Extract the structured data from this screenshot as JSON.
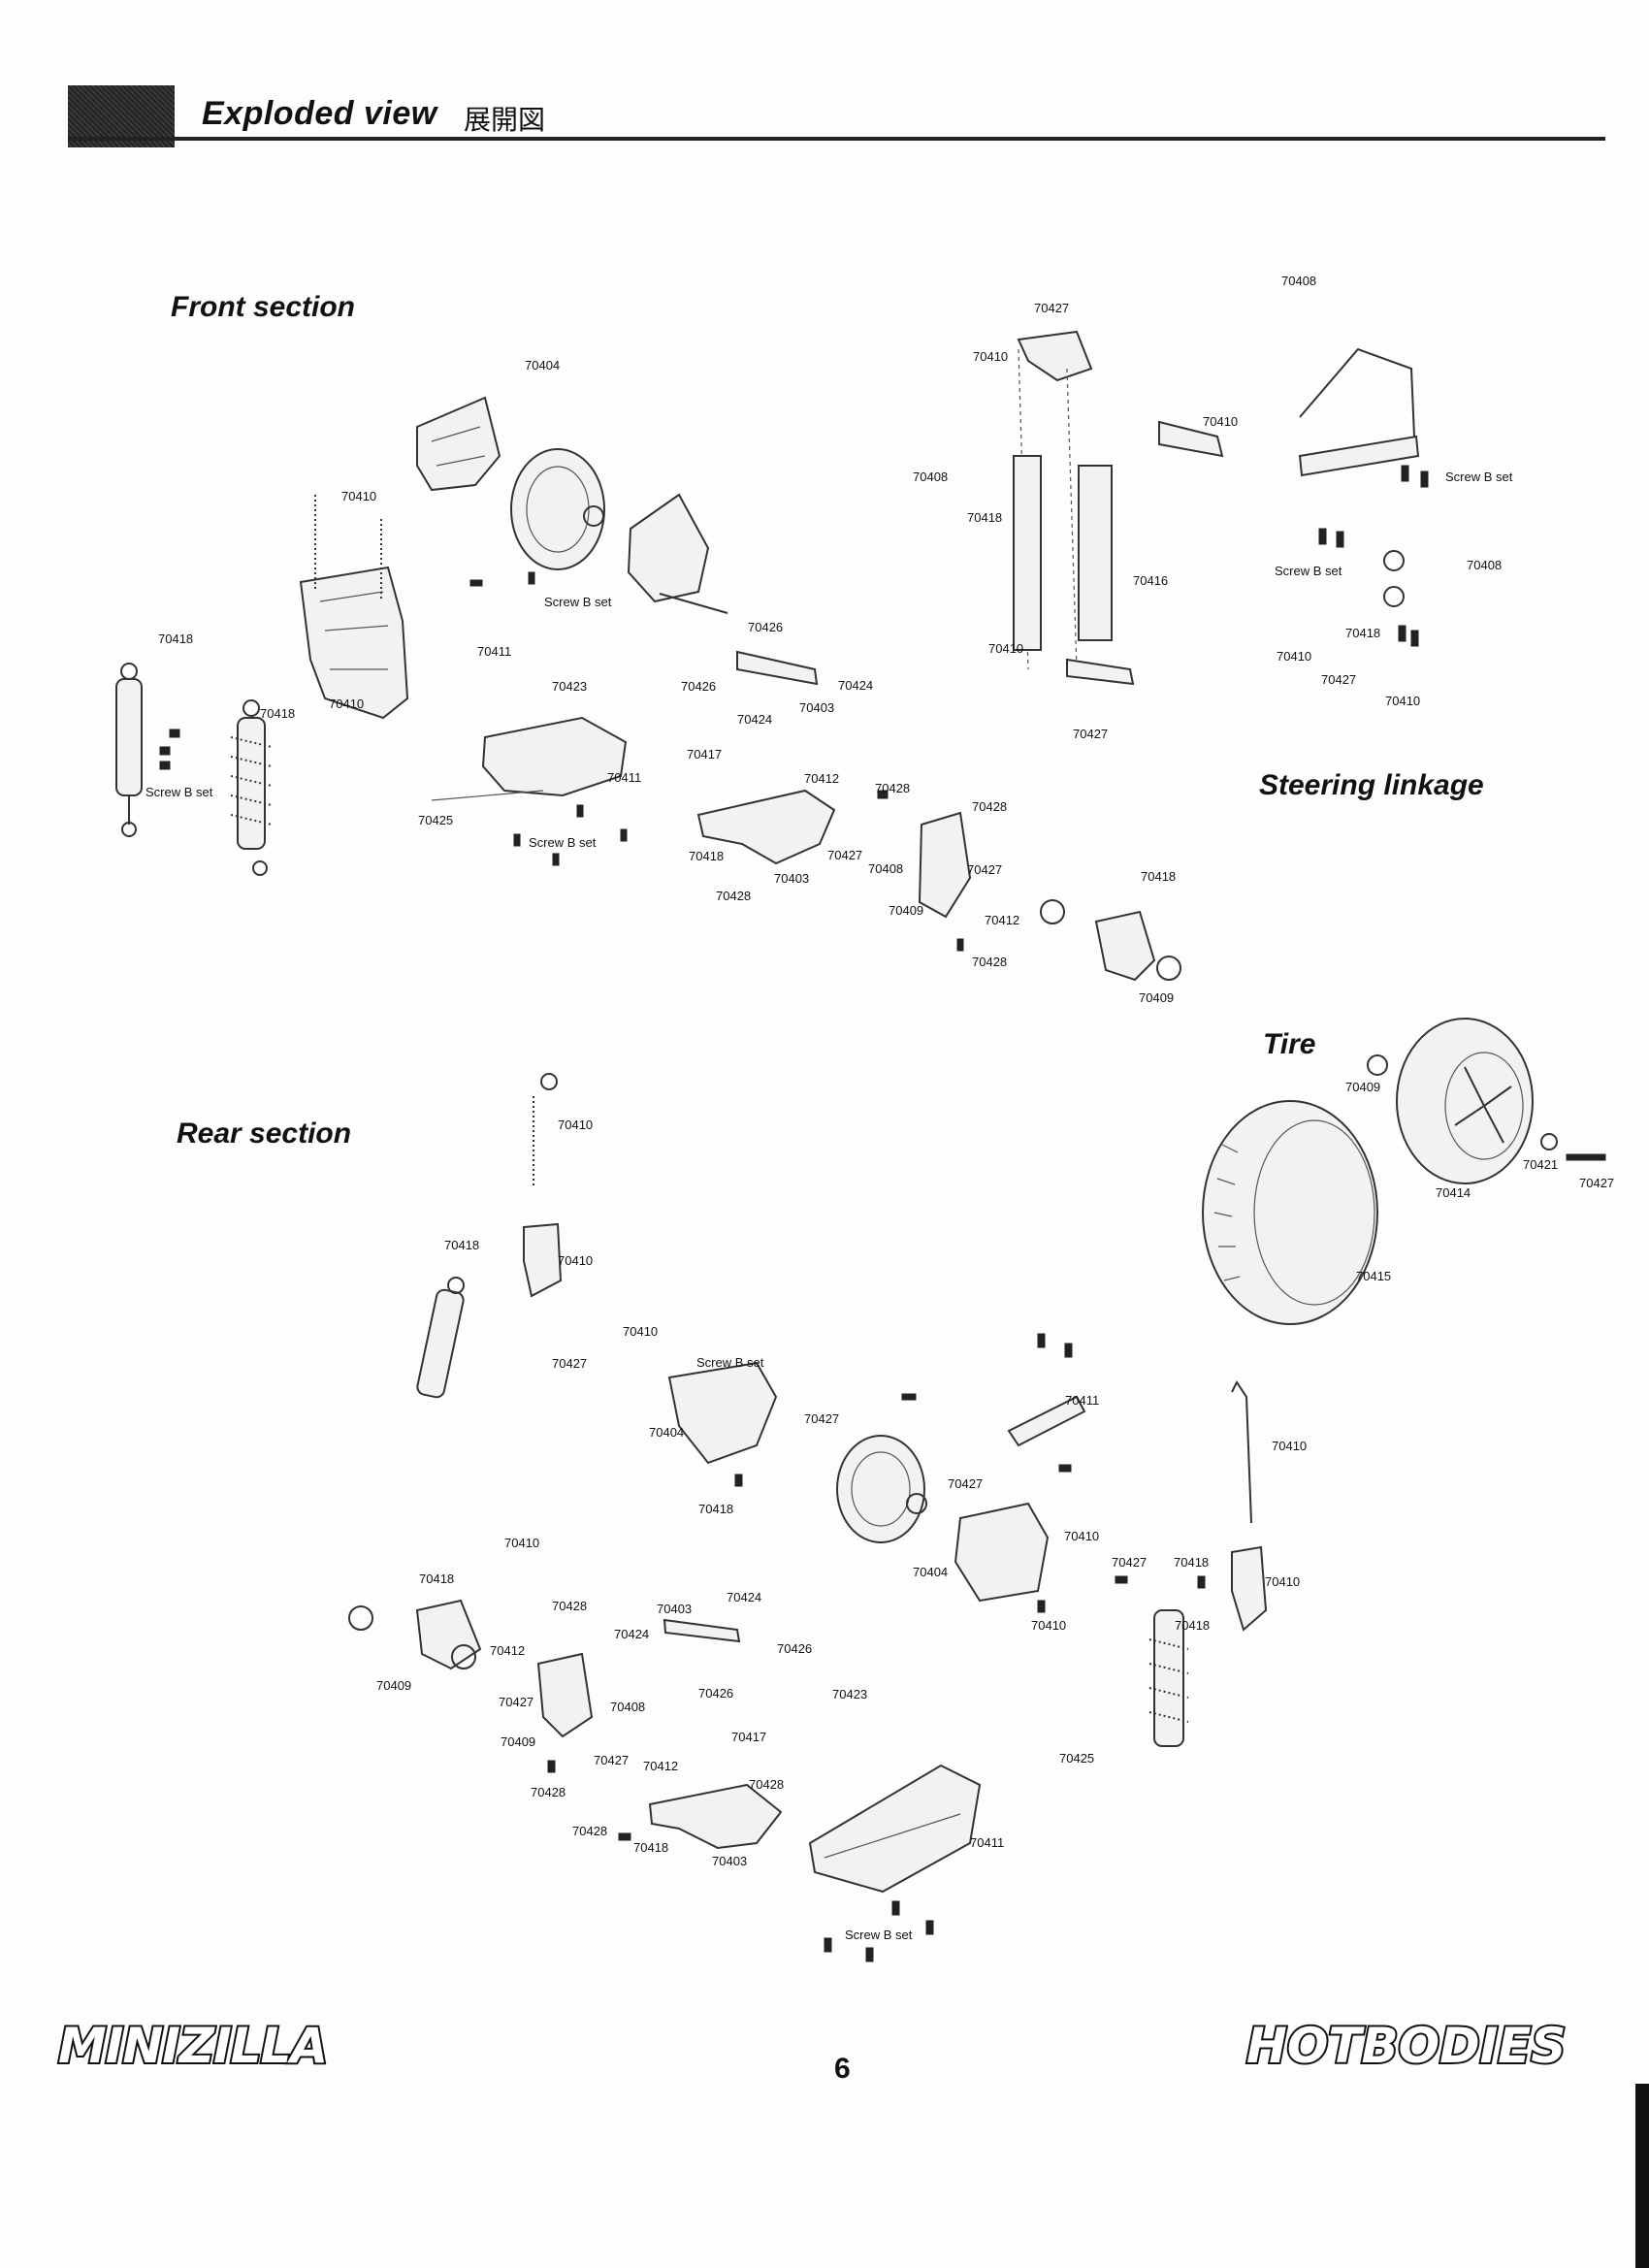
{
  "header": {
    "title": "Exploded view",
    "title_jp": "展開図"
  },
  "sections": {
    "front": "Front section",
    "steering": "Steering linkage",
    "tire": "Tire",
    "rear": "Rear section"
  },
  "front_labels": [
    "70404",
    "70410",
    "70418",
    "70410",
    "70418",
    "Screw B set",
    "Screw B set",
    "70411",
    "70423",
    "70411",
    "70425",
    "Screw B set",
    "70426",
    "70426",
    "70424",
    "70403",
    "70424",
    "70417",
    "70412",
    "70428",
    "70418",
    "70428",
    "70427",
    "70408",
    "70403",
    "70428",
    "70409",
    "70427",
    "70412",
    "70418",
    "70428",
    "70409"
  ],
  "steering_labels": [
    "70427",
    "70410",
    "70408",
    "70418",
    "70410",
    "70416",
    "70410",
    "70427",
    "70408",
    "Screw B set",
    "Screw B set",
    "70408",
    "70418",
    "70410",
    "70427",
    "70410"
  ],
  "tire_labels": [
    "70409",
    "70421",
    "70427",
    "70414",
    "70415"
  ],
  "rear_labels": [
    "70410",
    "70418",
    "70410",
    "70410",
    "70427",
    "Screw B set",
    "70427",
    "70404",
    "70418",
    "70411",
    "70427",
    "70410",
    "70410",
    "70404",
    "70410",
    "70427",
    "70418",
    "70410",
    "70418",
    "70410",
    "70418",
    "70428",
    "70403",
    "70424",
    "70424",
    "70426",
    "70412",
    "70409",
    "70427",
    "70426",
    "70423",
    "70408",
    "70409",
    "70427",
    "70412",
    "70417",
    "70428",
    "70428",
    "70425",
    "70428",
    "70418",
    "70403",
    "70411",
    "Screw B set"
  ],
  "footer": {
    "logo_left": "MINIZILLA",
    "page_number": "6",
    "logo_right": "HOTBODIES"
  }
}
